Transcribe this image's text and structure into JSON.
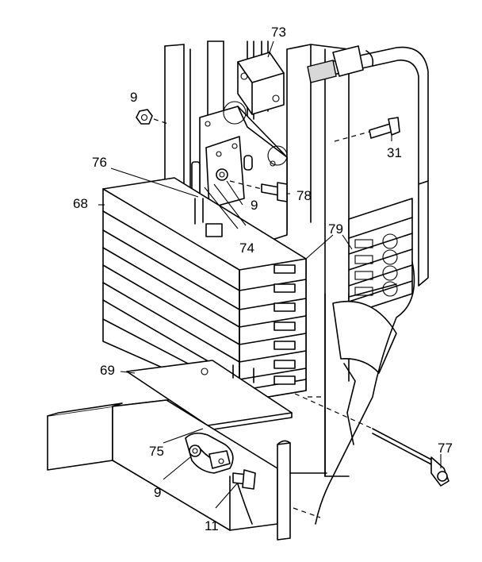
{
  "callouts": [
    {
      "id": "73",
      "text": "73"
    },
    {
      "id": "9a",
      "text": "9"
    },
    {
      "id": "31",
      "text": "31"
    },
    {
      "id": "76",
      "text": "76"
    },
    {
      "id": "78",
      "text": "78"
    },
    {
      "id": "9b",
      "text": "9"
    },
    {
      "id": "68",
      "text": "68"
    },
    {
      "id": "74",
      "text": "74"
    },
    {
      "id": "79",
      "text": "79"
    },
    {
      "id": "69",
      "text": "69"
    },
    {
      "id": "75",
      "text": "75"
    },
    {
      "id": "77",
      "text": "77"
    },
    {
      "id": "9c",
      "text": "9"
    },
    {
      "id": "11",
      "text": "11"
    }
  ]
}
